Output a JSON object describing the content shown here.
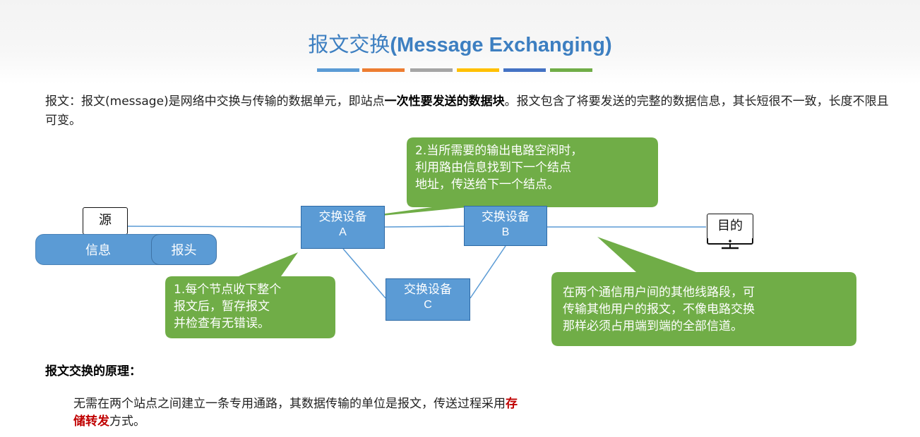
{
  "title": {
    "cn": "报文交换",
    "en": "(Message Exchanging)"
  },
  "accent_colors": [
    "#5b9bd5",
    "#ed7d31",
    "#a5a5a5",
    "#ffc000",
    "#4472c4",
    "#70ad47"
  ],
  "intro": {
    "part1": "报文：报文(message)是网络中交换与传输的数据单元，即站点",
    "bold": "一次性要发送的数据块",
    "part2": "。报文包含了将要发送的完整的数据信息，其长短很不一致，长度不限且可变。"
  },
  "diagram": {
    "source_label": "源",
    "dest_label": "目的",
    "dest_icon": "monitor-icon",
    "packet": {
      "info": "信息",
      "header": "报头"
    },
    "switches": [
      {
        "id": "A",
        "label": "交换设备",
        "letter": "A"
      },
      {
        "id": "B",
        "label": "交换设备",
        "letter": "B"
      },
      {
        "id": "C",
        "label": "交换设备",
        "letter": "C"
      }
    ],
    "callouts": {
      "c1": [
        "1.每个节点收下整个",
        "报文后，暂存报文",
        "并检查有无错误。"
      ],
      "c2": [
        "2.当所需要的输出电路空闲时，",
        "利用路由信息找到下一个结点",
        "地址，传送给下一个结点。"
      ],
      "c3": [
        "在两个通信用户间的其他线路段，可",
        "传输其他用户的报文，不像电路交换",
        "那样必须占用端到端的全部信道。"
      ]
    },
    "callout_color": "#70ad47",
    "switch_color": "#5b9bd5"
  },
  "principle": {
    "heading": "报文交换的原理：",
    "part1": "无需在两个站点之间建立一条专用通路，其数据传输的单位是报文，传送过程采用",
    "red": "存储转发",
    "part2": "方式。"
  }
}
